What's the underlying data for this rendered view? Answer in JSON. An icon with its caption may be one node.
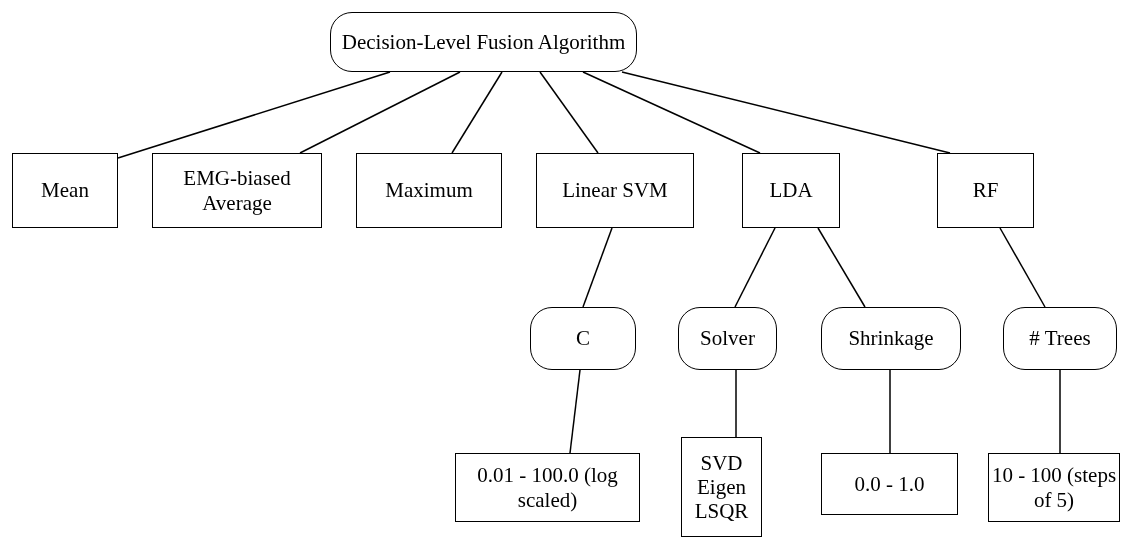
{
  "diagram": {
    "nodes": [
      {
        "text": [
          "Decision-Level Fusion Algorithm"
        ]
      },
      {
        "text": [
          "Mean"
        ]
      },
      {
        "text": [
          "EMG-biased Average"
        ]
      },
      {
        "text": [
          "Maximum"
        ]
      },
      {
        "text": [
          "Linear SVM"
        ]
      },
      {
        "text": [
          "LDA"
        ]
      },
      {
        "text": [
          "RF"
        ]
      },
      {
        "text": [
          "C"
        ]
      },
      {
        "text": [
          "Solver"
        ]
      },
      {
        "text": [
          "Shrinkage"
        ]
      },
      {
        "text": [
          "# Trees"
        ]
      },
      {
        "text": [
          "0.01 - 100.0 (log scaled)"
        ]
      },
      {
        "text": [
          "SVD Eigen LSQR"
        ]
      },
      {
        "text": [
          "0.0 - 1.0"
        ]
      },
      {
        "text": [
          "10 - 100 (steps of 5)"
        ]
      }
    ],
    "edges": [
      {
        "from": 0,
        "to": 1,
        "arrow": "none"
      },
      {
        "from": 0,
        "to": 2,
        "arrow": "none"
      },
      {
        "from": 0,
        "to": 3,
        "arrow": "none"
      },
      {
        "from": 0,
        "to": 4,
        "arrow": "none"
      },
      {
        "from": 0,
        "to": 5,
        "arrow": "none"
      },
      {
        "from": 0,
        "to": 6,
        "arrow": "none"
      },
      {
        "from": 4,
        "to": 7,
        "arrow": "none"
      },
      {
        "from": 5,
        "to": 8,
        "arrow": "none"
      },
      {
        "from": 5,
        "to": 9,
        "arrow": "none"
      },
      {
        "from": 6,
        "to": 10,
        "arrow": "none"
      },
      {
        "from": 7,
        "to": 11,
        "arrow": "none"
      },
      {
        "from": 8,
        "to": 12,
        "arrow": "none"
      },
      {
        "from": 9,
        "to": 13,
        "arrow": "none"
      },
      {
        "from": 10,
        "to": 14,
        "arrow": "none"
      }
    ]
  }
}
